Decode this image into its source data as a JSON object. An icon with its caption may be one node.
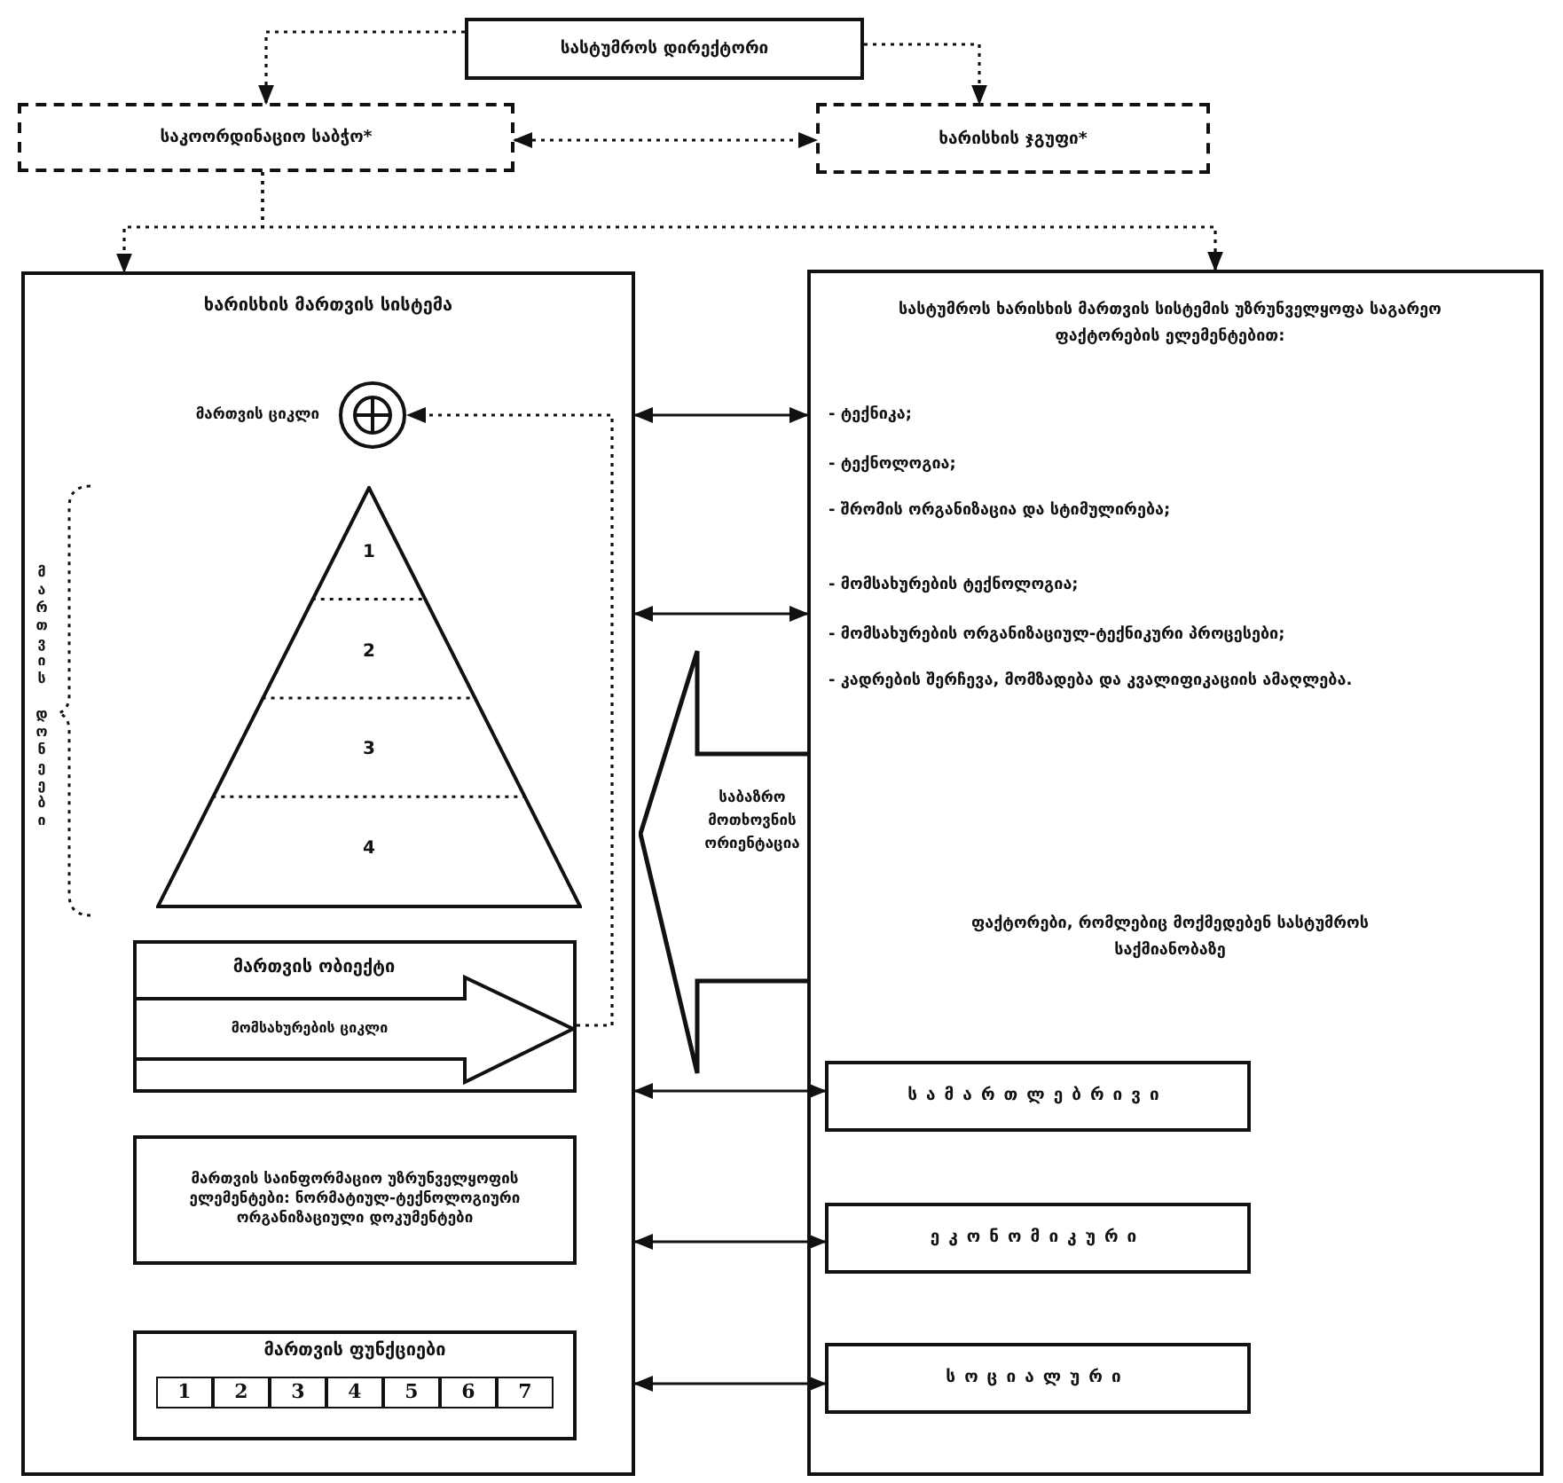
{
  "diagram": {
    "nodes": [
      {
        "text": [
          "სასტუმროს დირექტორი"
        ]
      },
      {
        "text": [
          "საკოორდინაციო საბჭო*"
        ]
      },
      {
        "text": [
          "ხარისხის ჯგუფი*"
        ]
      },
      {
        "text": [
          "ხარისხის მართვის სისტემა"
        ]
      },
      {
        "text": [],
        "shape": "circle",
        "in": 3,
        "beside": [
          "მართვის ციკლი"
        ]
      },
      {
        "text": [
          "1",
          "2",
          "3",
          "4"
        ],
        "in": 3
      },
      {
        "text": [
          "მართვის ობიექტი",
          "მომსახურების ციკლი"
        ],
        "in": 3
      },
      {
        "text": [
          "მართვის საინფორმაციო უზრუნველყოფის ელემენტები: ნორმატიულ-ტექნოლოგიური ორგანიზაციული დოკუმენტები"
        ],
        "in": 3
      },
      {
        "text": [
          "მართვის ფუნქციები",
          "1",
          "2",
          "3",
          "4",
          "5",
          "6",
          "7"
        ],
        "in": 3
      },
      {
        "text": [
          "სასტუმროს ხარისხის მართვის სისტემის უზრუნველყოფა საგარეო ფაქტორების ელემენტებით:",
          "- ტექნიკა;",
          "- ტექნოლოგია;",
          "- შრომის ორგანიზაცია და სტიმულირება;",
          "- მომსახურების ტექნოლოგია;",
          "- მომსახურების ორგანიზაციულ-ტექნიკური პროცესები;",
          "- კადრების შერჩევა, მომზადება და კვალიფიკაციის ამაღლება.",
          "ფაქტორები, რომლებიც მოქმედებენ სასტუმროს საქმიანობაზე"
        ]
      },
      {
        "text": [
          "სამართლებრივი"
        ],
        "in": 9
      },
      {
        "text": [
          "ეკონომიკური"
        ],
        "in": 9
      },
      {
        "text": [
          "სოციალური"
        ],
        "in": 9
      },
      {
        "text": [
          "საბაზრო მოთხოვნის ორიენტაცია"
        ]
      }
    ],
    "edges": [
      {
        "from": 0,
        "to": 1,
        "arrow": "to",
        "style": "dashed"
      },
      {
        "from": 0,
        "to": 2,
        "arrow": "to",
        "style": "dashed"
      },
      {
        "from": 1,
        "to": 2,
        "arrow": "both",
        "style": "dashed"
      },
      {
        "from": 1,
        "to": 3,
        "arrow": "to",
        "style": "dashed"
      },
      {
        "from": 1,
        "to": 9,
        "arrow": "to",
        "style": "dashed"
      },
      {
        "from": 6,
        "to": 4,
        "arrow": "to",
        "style": "dashed"
      },
      {
        "from": 3,
        "to": 9,
        "arrow": "both"
      },
      {
        "from": 3,
        "to": 9,
        "arrow": "both"
      },
      {
        "from": 3,
        "to": 10,
        "arrow": "both"
      },
      {
        "from": 3,
        "to": 11,
        "arrow": "both"
      },
      {
        "from": 3,
        "to": 12,
        "arrow": "both"
      }
    ],
    "labels": [
      "მართვის დონეები"
    ]
  }
}
